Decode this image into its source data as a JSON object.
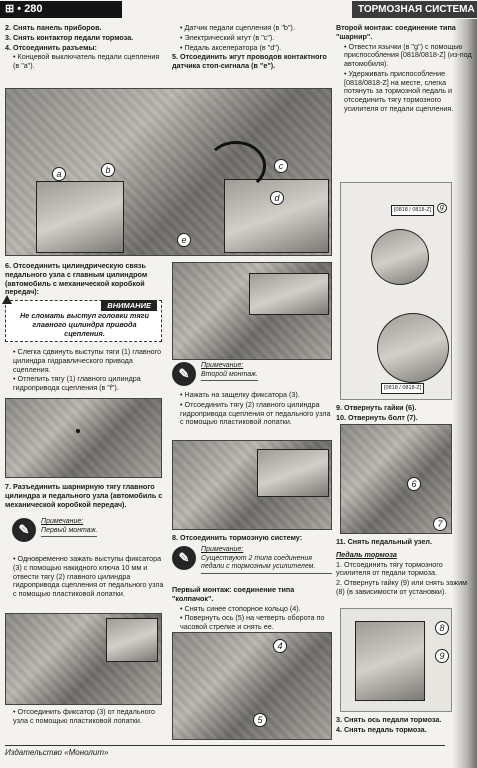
{
  "header": {
    "page_number": "280",
    "section_title": "Тормозная система"
  },
  "column1": {
    "items_top": [
      "2. Снять панель приборов.",
      "3. Снять контактор педали тормоза.",
      "4. Отсоединить разъемы:",
      "• Концевой выключатель педали сцепления (в \"a\")."
    ],
    "photo1_labels": [
      "a",
      "b",
      "c",
      "d",
      "e"
    ],
    "step6": "6. Отсоединить цилиндрическую связь педального узла с главным цилиндром (автомобиль с механической коробкой передач):",
    "warning_head": "ВНИМАНИЕ",
    "warning_text": "Не сломать выступ головки тяги главного цилиндра привода сцепления.",
    "bullets6": [
      "• Слегка сдвинуть выступы тяги (1) главного цилиндра гидравлического привода сцепления.",
      "• Отпепить тягу (1) главного цилиндра гидропривода сцепления (в \"f\")."
    ],
    "step7": "7. Разъединить шарнирную тягу главного цилиндра и педального узла (автомобиль с механической коробкой передач).",
    "note1_head": "Примечание:",
    "note1_text": "Первый монтаж.",
    "para7": "• Одновременно зажать выступы фиксатора (3) с помощью накидного ключа 10 мм и отвести тягу (2) главного цилиндра гидропривода сцепления от педального узла с помощью пластиковой лопатки.",
    "bottom_item": "• Отсоединить фиксатор (3) от педального узла с помощью пластиковой лопатки."
  },
  "column2": {
    "items_top": [
      "• Датчик педали сцепления (в \"b\").",
      "• Электрический жгут (в \"c\").",
      "• Педаль акселератора (в \"d\").",
      "5. Отсоединить жгут проводов контактного датчика стоп-сигнала (в \"e\")."
    ],
    "note2_head": "Примечание:",
    "note2_text": "Второй монтаж.",
    "bullets_mid": [
      "• Нажать на защелку фиксатора (3).",
      "• Отсоединить тягу (2) главного цилиндра гидропривода сцепления от педального узла с помощью пластиковой лопатки."
    ],
    "step8": "8. Отсоединить тормозную систему:",
    "note3_head": "Примечание:",
    "note3_text": "Существуют 2 типа соединения педали с тормозным усилителем.",
    "first_mount_head": "Первый монтаж: соединение типа \"колпачок\".",
    "first_mount_items": [
      "• Снять синее стопорное кольцо (4).",
      "• Повернуть ось (5) на четверть оборота по часовой стрелке и снять ее."
    ],
    "photo_labels": [
      "4",
      "5"
    ]
  },
  "column3": {
    "second_mount_head": "Второй монтаж: соединение типа \"шарнир\".",
    "second_mount_items": [
      "• Отвести язычки (в \"g\") с помощью приспособления [0818/0818-Z] (из-под автомобиля).",
      "• Удерживать приспособление [0818/0818-Z] на месте, слегка потянуть за тормозной педаль и отсоединить тягу тормозного усилителя от педали сцепления."
    ],
    "tool_tag": "[0818 / 0818-Z]",
    "g_label": "g",
    "steps_mid": [
      "9. Отвернуть гайки (6).",
      "10. Отвернуть болт (7)."
    ],
    "photo_labels": [
      "6",
      "7"
    ],
    "step11": "11. Снять педальный узел.",
    "pedal_head": "Педаль тормоза",
    "pedal_items": [
      "1. Отсоединить тягу тормозного усилителя от педали тормоза.",
      "2. Отвернуть гайку (9) или снять зажим (8) (в зависимости от установки)."
    ],
    "photo_labels2": [
      "8",
      "9"
    ],
    "steps_bottom": [
      "3. Снять ось педали тормоза.",
      "4. Снять педаль тормоза."
    ]
  },
  "footer": {
    "publisher": "Издательство «Монолит»"
  }
}
